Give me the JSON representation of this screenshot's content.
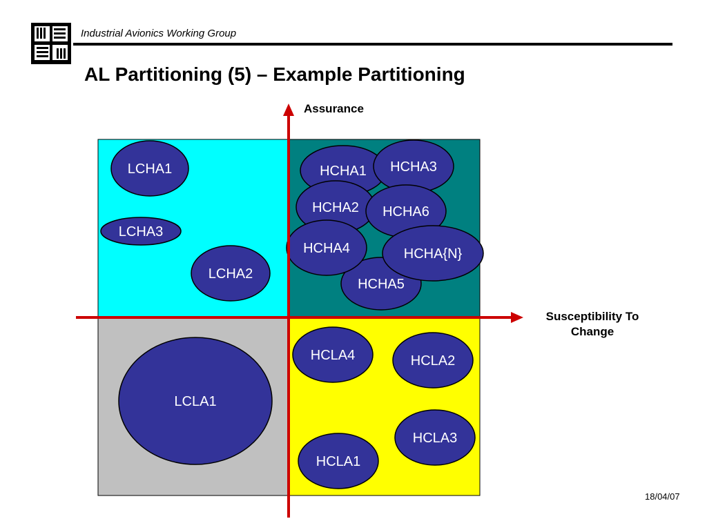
{
  "header": {
    "org_name": "Industrial Avionics Working Group",
    "title": "AL Partitioning (5) – Example Partitioning",
    "logo_icon": "four-hands-logo-icon"
  },
  "diagram": {
    "y_axis_label": "Assurance",
    "x_axis_label_line1": "Susceptibility To",
    "x_axis_label_line2": "Change",
    "axis_color": "#cc0000",
    "quadrant_colors": {
      "top_left": "#00ffff",
      "top_right": "#008080",
      "bottom_left": "#c0c0c0",
      "bottom_right": "#ffff00"
    },
    "node_fill": "#333399",
    "node_text_color": "#ffffff",
    "nodes": [
      {
        "label": "LCHA1",
        "quadrant": "top-left"
      },
      {
        "label": "LCHA3",
        "quadrant": "top-left"
      },
      {
        "label": "LCHA2",
        "quadrant": "top-left"
      },
      {
        "label": "HCHA1",
        "quadrant": "top-right"
      },
      {
        "label": "HCHA3",
        "quadrant": "top-right"
      },
      {
        "label": "HCHA2",
        "quadrant": "top-right"
      },
      {
        "label": "HCHA6",
        "quadrant": "top-right"
      },
      {
        "label": "HCHA5",
        "quadrant": "top-right"
      },
      {
        "label": "HCHA4",
        "quadrant": "top-right"
      },
      {
        "label": "HCHA{N}",
        "quadrant": "top-right"
      },
      {
        "label": "LCLA1",
        "quadrant": "bottom-left"
      },
      {
        "label": "HCLA4",
        "quadrant": "bottom-right"
      },
      {
        "label": "HCLA2",
        "quadrant": "bottom-right"
      },
      {
        "label": "HCLA3",
        "quadrant": "bottom-right"
      },
      {
        "label": "HCLA1",
        "quadrant": "bottom-right"
      }
    ]
  },
  "footer": {
    "date": "18/04/07"
  }
}
